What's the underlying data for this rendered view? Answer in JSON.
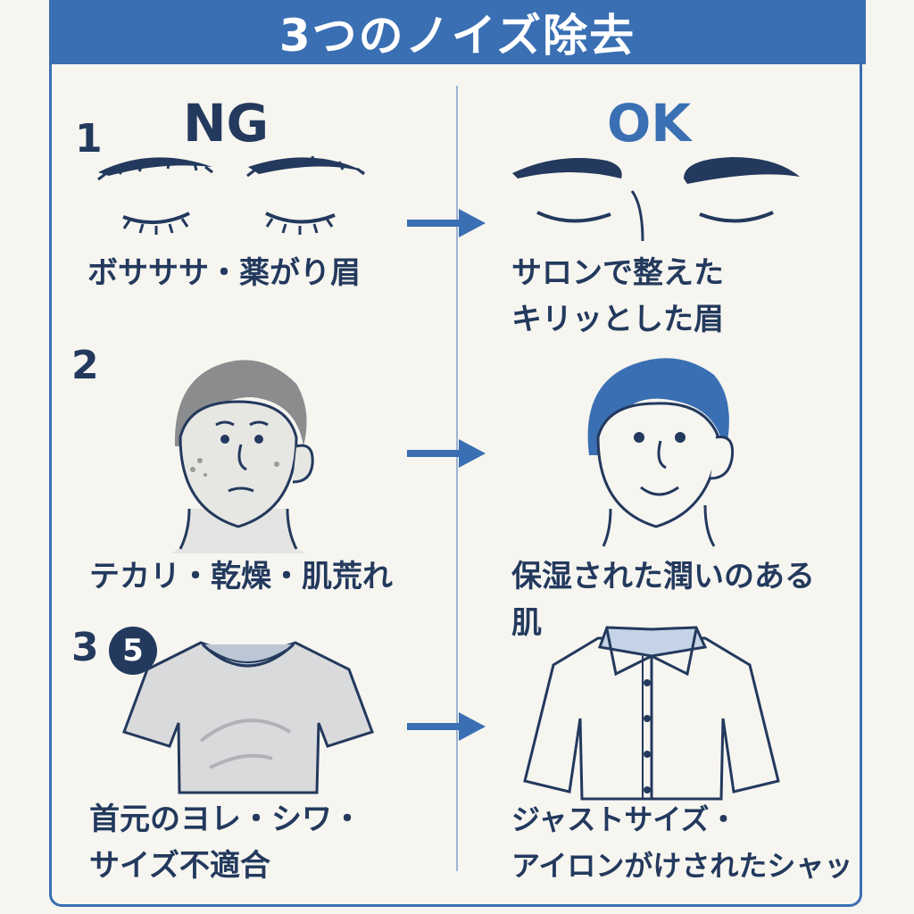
{
  "title": "3つのノイズ除去",
  "columns": {
    "ng": "NG",
    "ok": "OK"
  },
  "items": [
    {
      "number": "1",
      "ng_label": [
        "ボサササ・薬がり眉"
      ],
      "ok_label": [
        "サロンで整えた",
        "キリッとした眉"
      ]
    },
    {
      "number": "2",
      "ng_label": [
        "テカリ・乾燥・肌荒れ"
      ],
      "ok_label": [
        "保湿された潤いのある",
        "肌"
      ]
    },
    {
      "number": "3",
      "badge": "5",
      "ng_label": [
        "首元のヨレ・シワ・",
        "サイズ不適合"
      ],
      "ok_label": [
        "ジャストサイズ・",
        "アイロンがけされたシャッ"
      ]
    }
  ],
  "colors": {
    "header": "#3a6fb3",
    "ink": "#23395d",
    "accent": "#3a6fb3"
  },
  "icons": [
    "arrow-right-icon",
    "eyebrow-icon",
    "face-icon",
    "tshirt-icon",
    "shirt-icon"
  ]
}
